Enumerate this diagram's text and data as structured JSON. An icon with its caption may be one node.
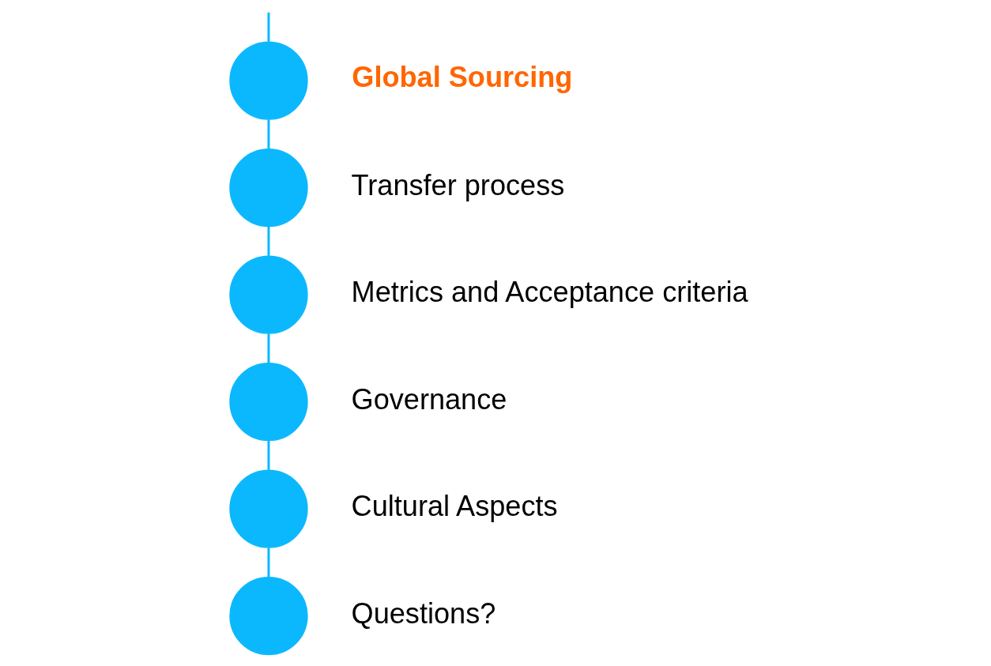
{
  "diagram": {
    "nodes": [
      {
        "text": [],
        "shape": "circle",
        "beside": [
          "Global Sourcing"
        ]
      },
      {
        "text": [],
        "shape": "circle",
        "beside": [
          "Transfer process"
        ]
      },
      {
        "text": [],
        "shape": "circle",
        "beside": [
          "Metrics and Acceptance criteria"
        ]
      },
      {
        "text": [],
        "shape": "circle",
        "beside": [
          "Governance"
        ]
      },
      {
        "text": [],
        "shape": "circle",
        "beside": [
          "Cultural Aspects"
        ]
      },
      {
        "text": [],
        "shape": "circle",
        "beside": [
          "Questions?"
        ]
      }
    ],
    "edges": [
      {
        "from": null,
        "to": 0,
        "arrow": "none"
      },
      {
        "from": 0,
        "to": 1,
        "arrow": "none"
      },
      {
        "from": 1,
        "to": 2,
        "arrow": "none"
      },
      {
        "from": 2,
        "to": 3,
        "arrow": "none"
      },
      {
        "from": 3,
        "to": 4,
        "arrow": "none"
      },
      {
        "from": 4,
        "to": 5,
        "arrow": "none"
      }
    ]
  }
}
